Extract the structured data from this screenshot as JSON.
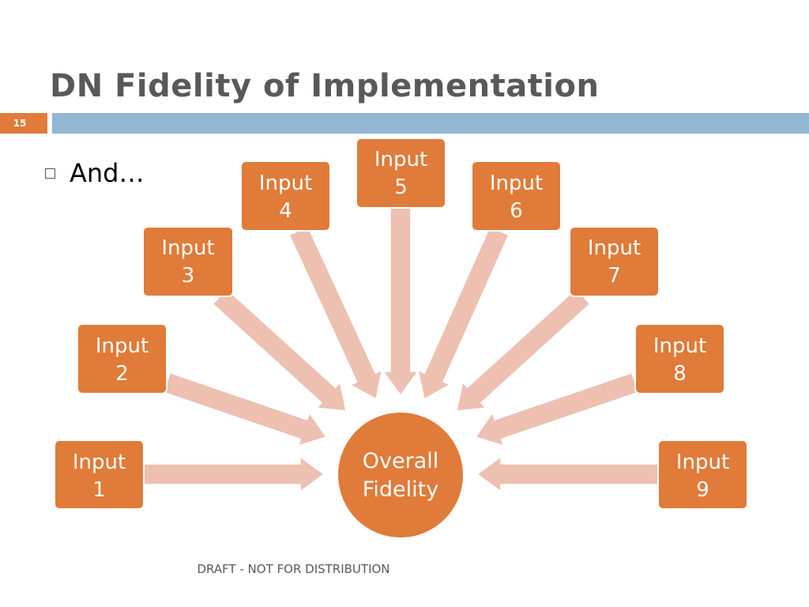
{
  "slide": {
    "title": "DN Fidelity of Implementation",
    "number": "15",
    "footer": "DRAFT - NOT FOR DISTRIBUTION"
  },
  "bullet": {
    "text": "And…"
  },
  "colors": {
    "node_fill": "#e07b39",
    "arrow_fill": "#edc0b1",
    "header_bar": "#93b6d4",
    "title_text": "#595959"
  },
  "diagram": {
    "center": {
      "line1": "Overall",
      "line2": "Fidelity"
    },
    "inputs": [
      {
        "line1": "Input",
        "line2": "1"
      },
      {
        "line1": "Input",
        "line2": "2"
      },
      {
        "line1": "Input",
        "line2": "3"
      },
      {
        "line1": "Input",
        "line2": "4"
      },
      {
        "line1": "Input",
        "line2": "5"
      },
      {
        "line1": "Input",
        "line2": "6"
      },
      {
        "line1": "Input",
        "line2": "7"
      },
      {
        "line1": "Input",
        "line2": "8"
      },
      {
        "line1": "Input",
        "line2": "9"
      }
    ]
  }
}
